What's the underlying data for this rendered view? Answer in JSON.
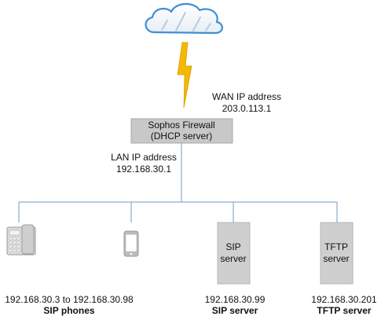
{
  "wan": {
    "label": "WAN IP address",
    "ip": "203.0.113.1"
  },
  "firewall": {
    "line1": "Sophos Firewall",
    "line2": "(DHCP server)"
  },
  "lan": {
    "label": "LAN IP address",
    "ip": "192.168.30.1"
  },
  "devices": {
    "phones": {
      "ip": "192.168.30.3 to 192.168.30.98",
      "role": "SIP phones"
    },
    "sip_server": {
      "box_line1": "SIP",
      "box_line2": "server",
      "ip": "192.168.30.99",
      "role": "SIP server"
    },
    "tftp_server": {
      "box_line1": "TFTP",
      "box_line2": "server",
      "ip": "192.168.30.201",
      "role": "TFTP server"
    }
  },
  "colors": {
    "cloud_stroke": "#3d8fd6",
    "lightning": "#f5b800",
    "firewall_fill": "#c8c8c8",
    "network_line": "#6f9bc4",
    "server_fill": "#cfcfcf",
    "device_gray": "#9a9a9a"
  }
}
